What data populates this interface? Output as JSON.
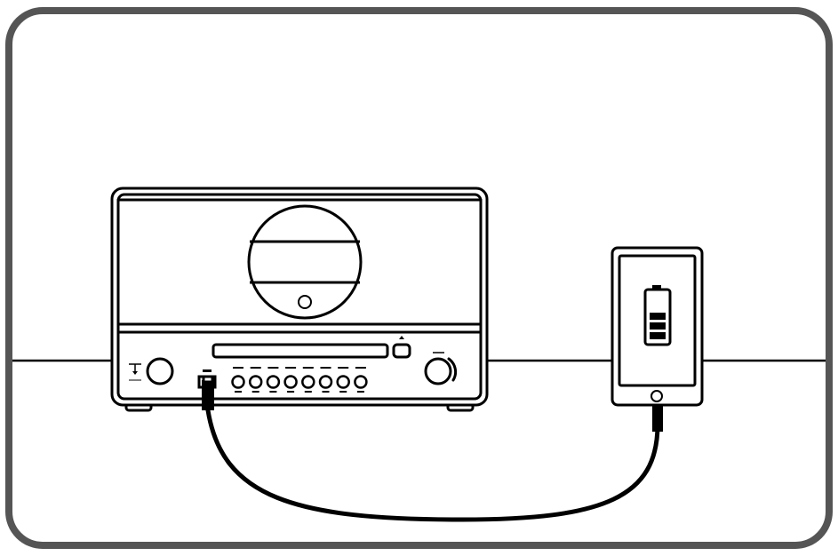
{
  "figure": {
    "subject": "radio-charging-phone-via-usb",
    "frame_color": "#555555",
    "line_color": "#000000",
    "background": "#ffffff"
  },
  "device": {
    "tiny_labels": [
      "",
      "",
      "",
      "",
      "",
      "",
      "",
      ""
    ]
  },
  "phone": {
    "battery_level": 0.6
  },
  "icons": [
    "radio-device",
    "smartphone",
    "battery-icon",
    "usb-cable"
  ]
}
